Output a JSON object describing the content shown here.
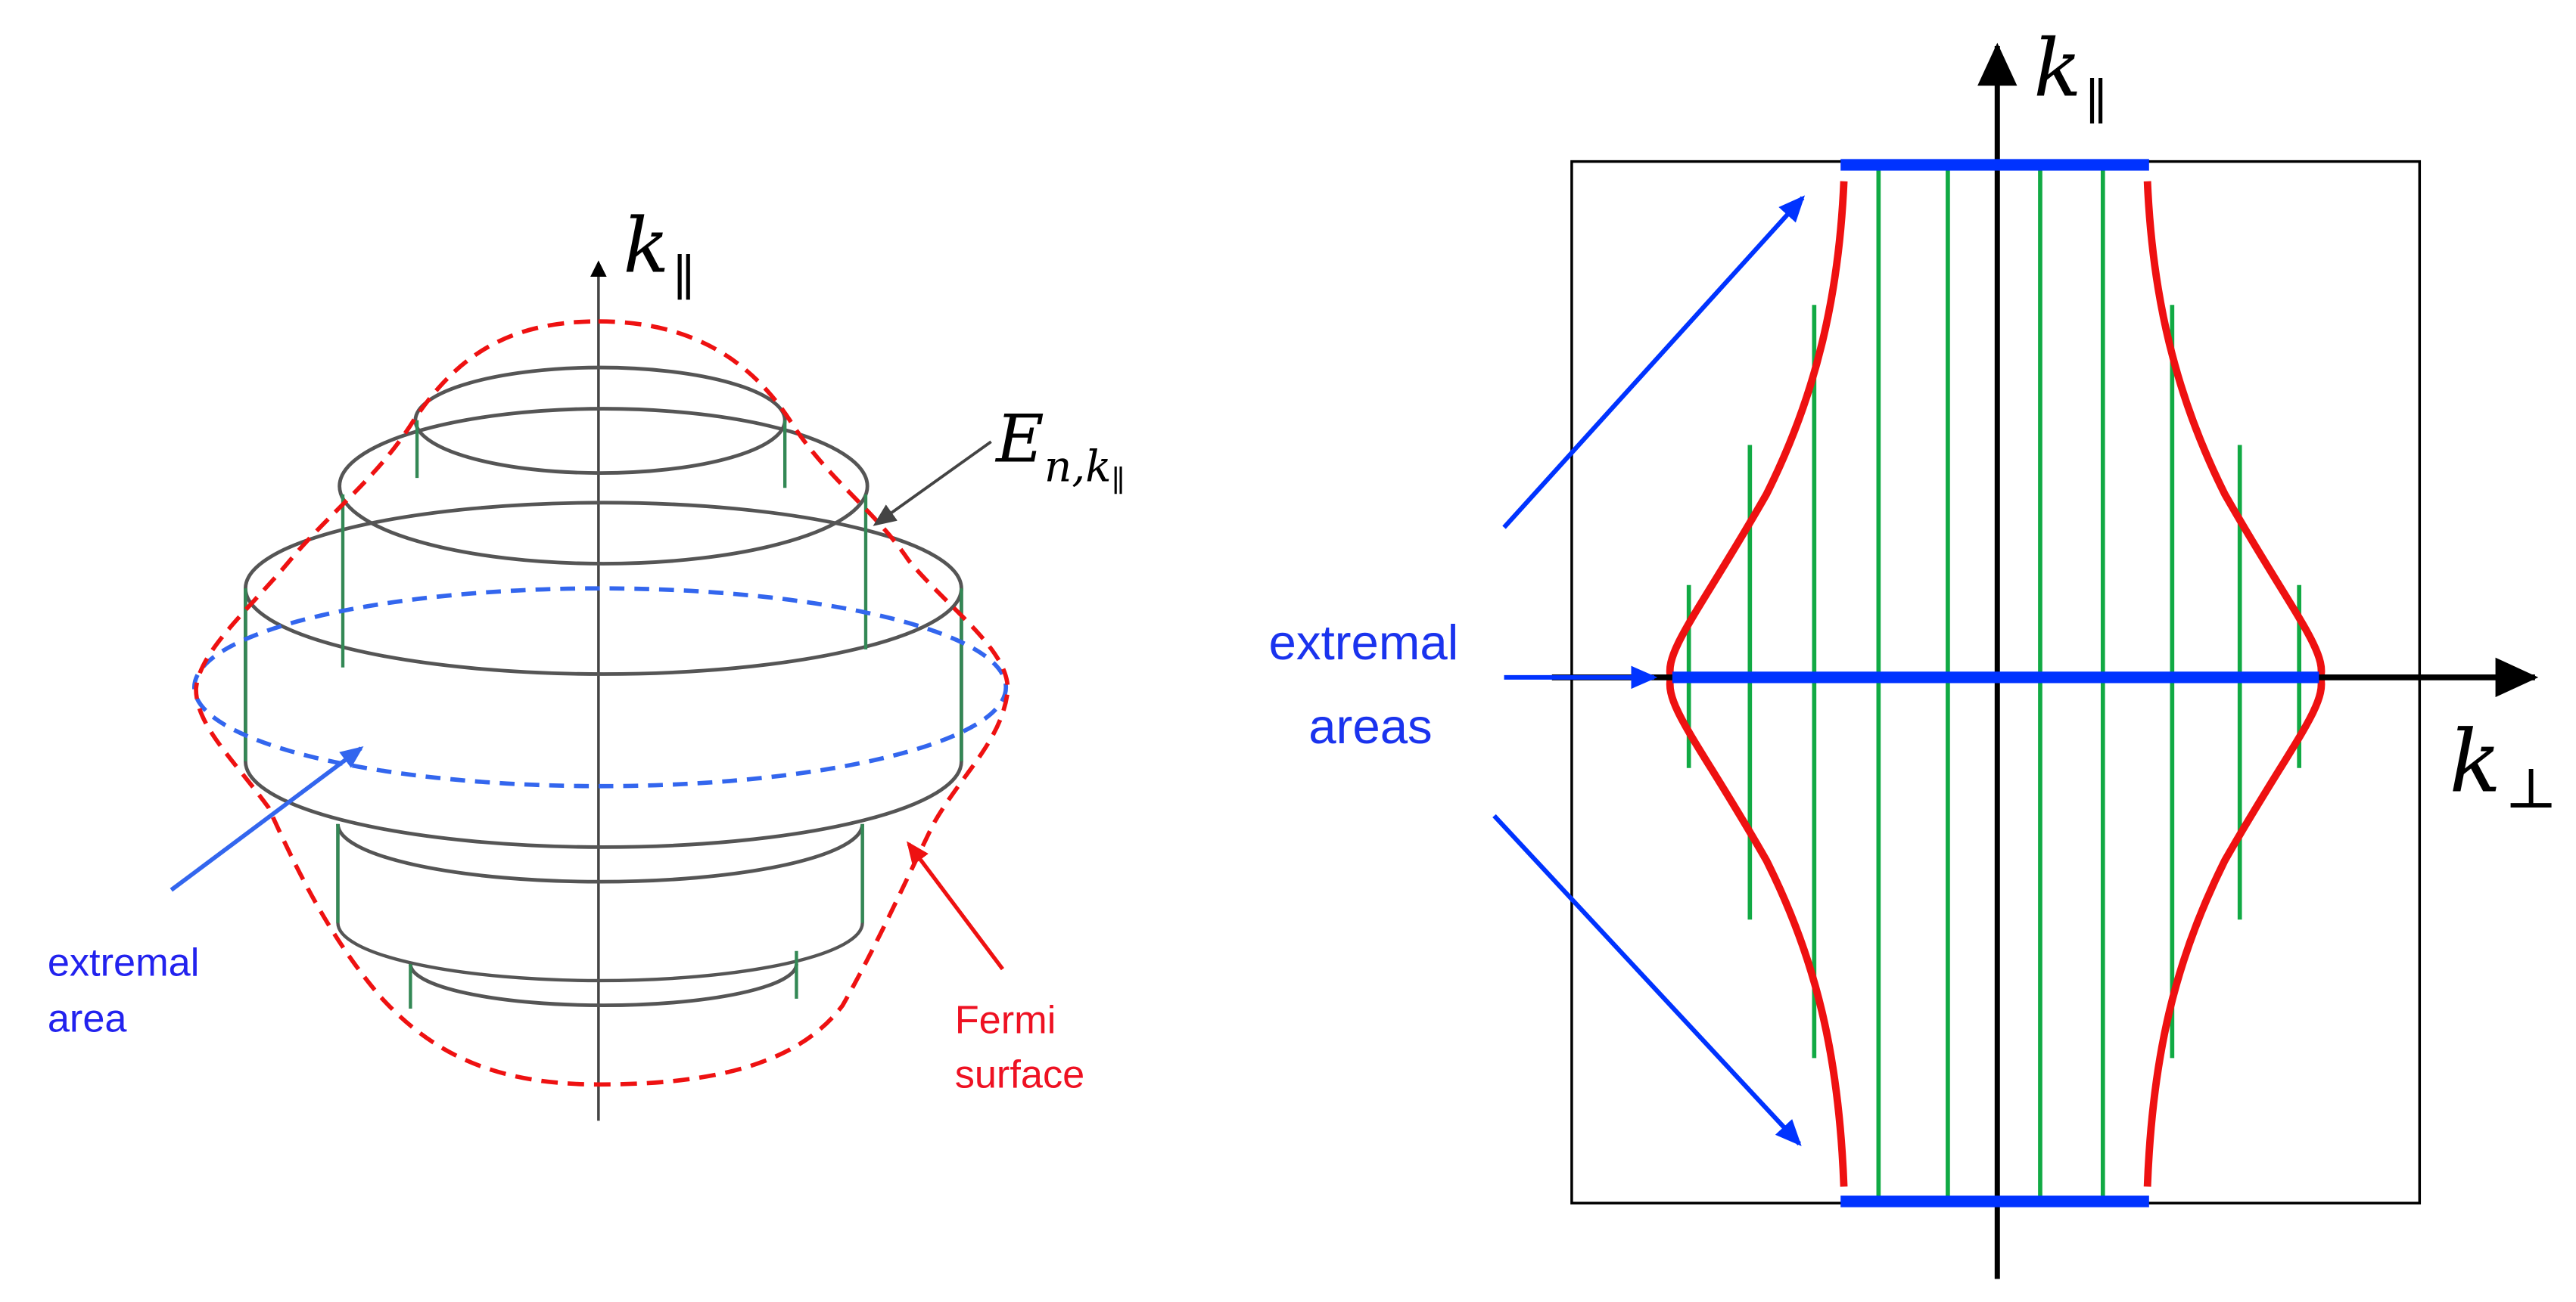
{
  "colors": {
    "fermi_red": "#ee1111",
    "extremal_blue": "#0033ff",
    "extremal_blue_light": "#3366ee",
    "cyclotron_green": "#11aa44",
    "green_dark": "#338855",
    "outline_gray": "#555555",
    "axis_black": "#000000"
  },
  "left_panel": {
    "axis_label": "k",
    "axis_sub": "∥",
    "energy_label": "E",
    "energy_sub": "n,k",
    "energy_subsub": "∥",
    "extremal_label_line1": "extremal",
    "extremal_label_line2": "area",
    "fermi_label_line1": "Fermi",
    "fermi_label_line2": "surface"
  },
  "right_panel": {
    "vertical_axis_label": "k",
    "vertical_axis_sub": "∥",
    "horizontal_axis_label": "k",
    "horizontal_axis_sub": "⊥",
    "extremal_label_line1": "extremal",
    "extremal_label_line2": "areas"
  }
}
